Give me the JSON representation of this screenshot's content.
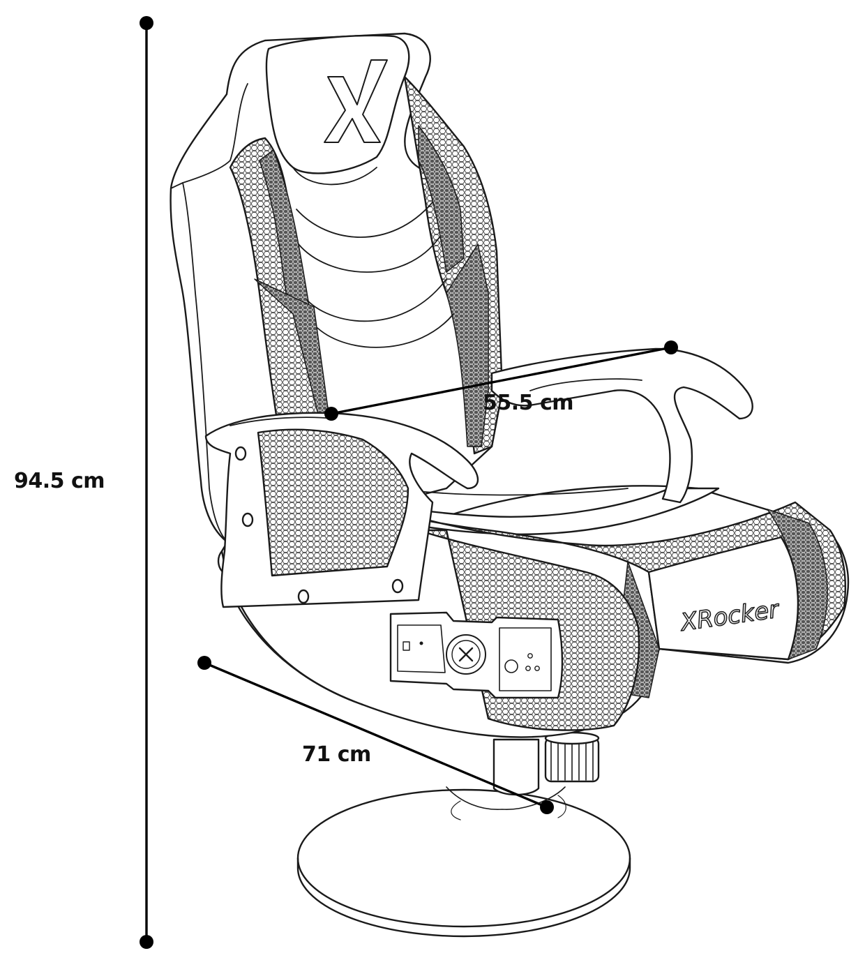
{
  "dimensions": {
    "height": "94.5 cm",
    "width": "55.5 cm",
    "depth": "71 cm"
  },
  "brand": {
    "name": "XRocker",
    "headrest_logo": "X"
  },
  "colors": {
    "line": "#1a1a1a",
    "mesh": "#6f6f6f",
    "mesh_dark": "#3d3d3d",
    "background": "#ffffff"
  }
}
